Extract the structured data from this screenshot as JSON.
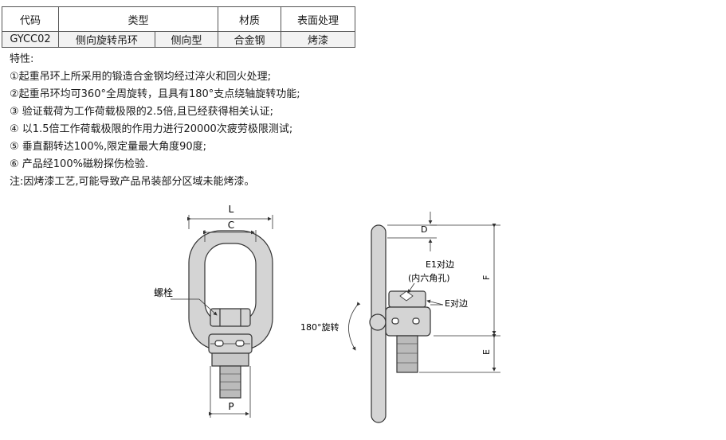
{
  "table": {
    "headers": [
      "代码",
      "类型",
      "材质",
      "表面处理"
    ],
    "row": [
      "GYCC02",
      "侧向旋转吊环",
      "侧向型",
      "合金钢",
      "烤漆"
    ]
  },
  "features": {
    "title": "特性:",
    "items": [
      "①起重吊环上所采用的锻造合金钢均经过淬火和回火处理;",
      "②起重吊环均可360°全周旋转，且具有180°支点绕轴旋转功能;",
      "③ 验证载荷为工作荷载极限的2.5倍,且已经获得相关认证;",
      "④ 以1.5倍工作荷载极限的作用力进行20000次疲劳极限测试;",
      "⑤ 垂直翻转达100%,限定量最大角度90度;",
      "⑥ 产品经100%磁粉探伤检验."
    ],
    "note": "注:因烤漆工艺,可能导致产品吊装部分区域未能烤漆。"
  },
  "drawing": {
    "dim_L": "L",
    "dim_C": "C",
    "dim_P": "P",
    "label_bolt": "螺栓",
    "dim_D": "D",
    "label_E1": "E1对边",
    "label_hex": "(内六角孔)",
    "label_E": "E对边",
    "dim_F": "F",
    "dim_E": "E",
    "label_rotate": "180°旋转"
  }
}
